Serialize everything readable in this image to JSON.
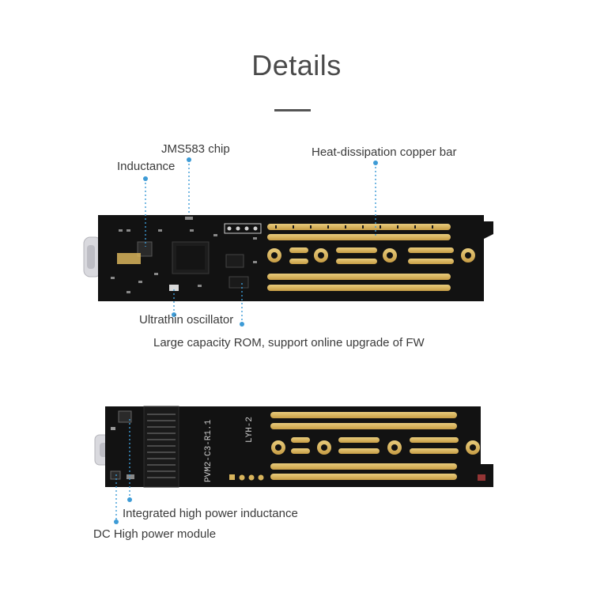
{
  "heading": {
    "title": "Details"
  },
  "top_board": {
    "callouts": {
      "jms583": "JMS583 chip",
      "inductance": "Inductance",
      "copper_bar": "Heat-dissipation copper bar",
      "oscillator": "Ultrathin oscillator",
      "rom": "Large capacity ROM, support online upgrade of FW"
    }
  },
  "bottom_board": {
    "silkscreen_model": "PVM2-C3-R1.1",
    "silkscreen_code": "LYH-2",
    "callouts": {
      "inductance": "Integrated high power inductance",
      "power_module": "DC High power module"
    }
  },
  "colors": {
    "pcb": "#121212",
    "gold": "#d8b45c",
    "leader": "#3d9bd6",
    "text": "#3a3a3a"
  }
}
